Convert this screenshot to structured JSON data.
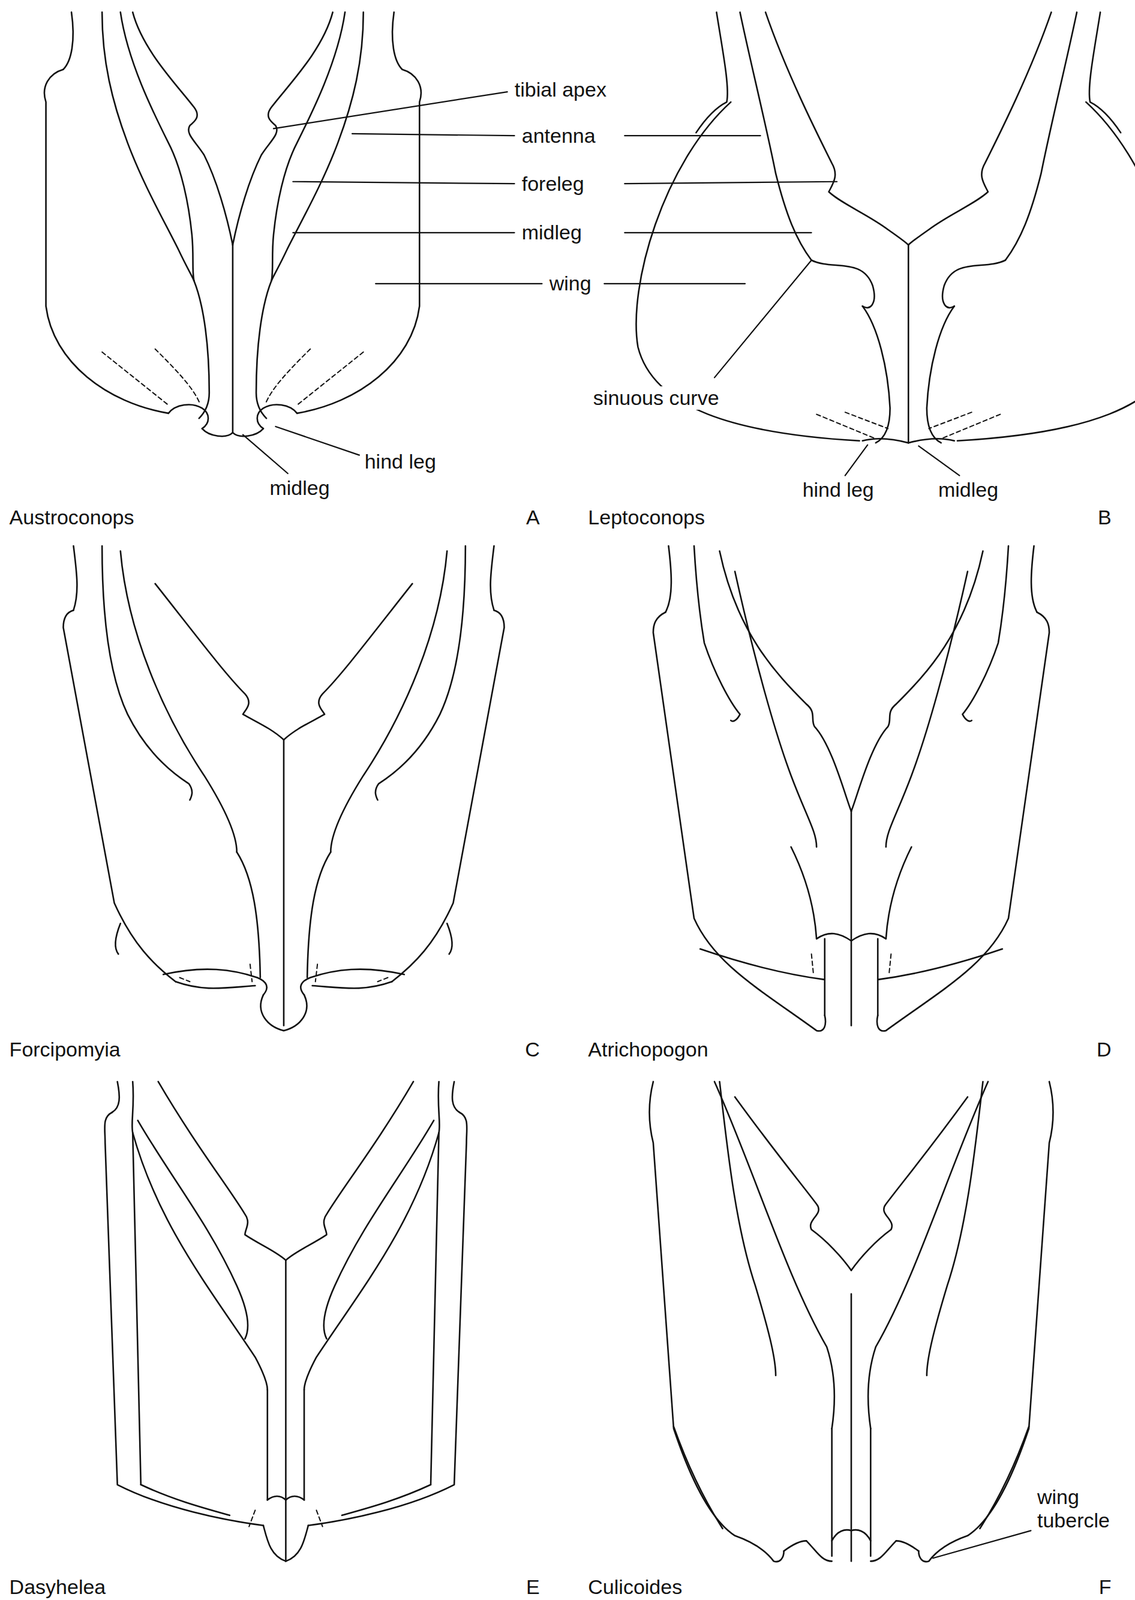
{
  "diagram": {
    "labels": [
      "tibial apex",
      "antenna",
      "foreleg",
      "midleg",
      "wing",
      "sinuous curve",
      "hind leg",
      "midleg",
      "hind leg",
      "midleg",
      "Austroconops",
      "A",
      "Leptoconops",
      "B",
      "Forcipomyia",
      "C",
      "Atrichopogon",
      "D",
      "wing tubercle",
      "Dasyhelea",
      "E",
      "Culicoides",
      "F"
    ]
  }
}
